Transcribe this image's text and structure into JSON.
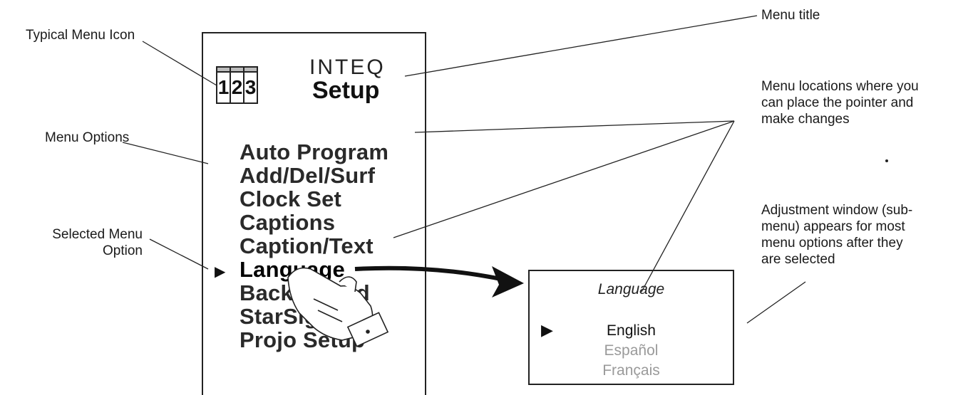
{
  "callouts": {
    "typical_menu_icon": "Typical Menu Icon",
    "menu_options": "Menu Options",
    "selected_menu_option_line1": "Selected Menu",
    "selected_menu_option_line2": "Option",
    "menu_title": "Menu title",
    "menu_locations": [
      "Menu locations where you",
      "can place the pointer and",
      "make changes"
    ],
    "adjustment_window": [
      "Adjustment window (sub-",
      "menu) appears for most",
      "menu options after they",
      "are selected"
    ]
  },
  "menu": {
    "icon_digits": [
      "1",
      "2",
      "3"
    ],
    "brand": "INTEQ",
    "title": "Setup",
    "selected_marker": "▶",
    "options": [
      {
        "label": "Auto Program"
      },
      {
        "label": "Add/Del/Surf"
      },
      {
        "label": "Clock Set"
      },
      {
        "label": "Captions"
      },
      {
        "label": "Caption/Text"
      },
      {
        "label": "Language"
      },
      {
        "label": "Background"
      },
      {
        "label": "StarSight"
      },
      {
        "label": "Projo Setup"
      }
    ],
    "selected_index": 5
  },
  "submenu": {
    "title": "Language",
    "selected_marker": "▶",
    "options": [
      {
        "label": "English",
        "state": "selected"
      },
      {
        "label": "Español",
        "state": "dimmed"
      },
      {
        "label": "Français",
        "state": "dimmed"
      }
    ]
  },
  "colors": {
    "line": "#222222",
    "text": "#1a1a1a",
    "dimmed": "#9a9a9a"
  }
}
